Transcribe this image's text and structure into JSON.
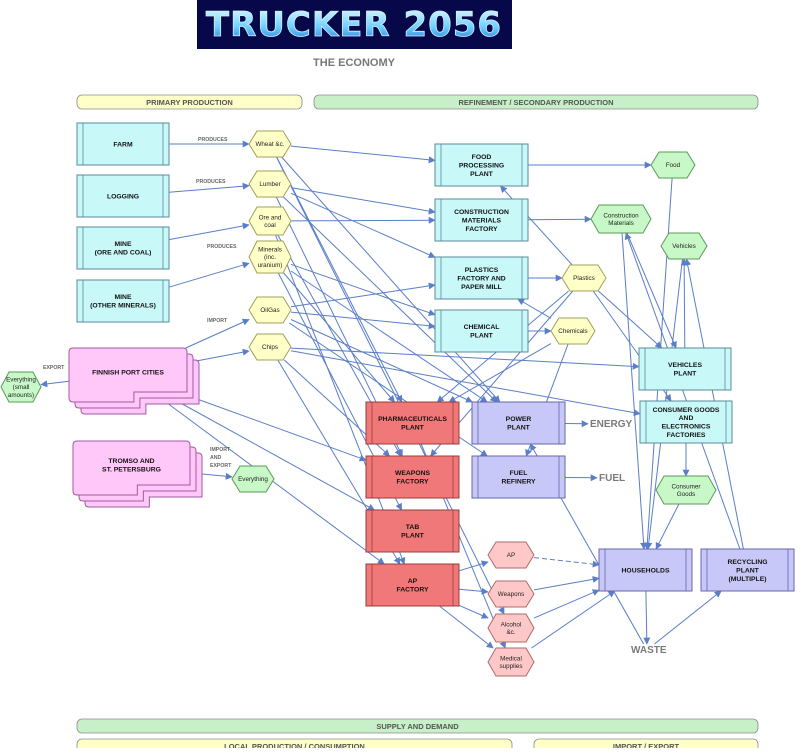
{
  "logo": {
    "text": "TRUCKER 2056"
  },
  "subtitle": "THE ECONOMY",
  "colors": {
    "primary_band": "#ffffc8",
    "secondary_band": "#c8f0c8",
    "cyan": "#c8f8f8",
    "pink": "#ffc8f8",
    "red": "#f07878",
    "purple": "#c8c8f8",
    "yellow_hex": "#ffffc8",
    "green_hex": "#c8f8c8",
    "pink_hex": "#ffc8c8",
    "arrow": "#5a7ec8"
  },
  "bands": [
    {
      "id": "primary",
      "label": "PRIMARY PRODUCTION"
    },
    {
      "id": "secondary",
      "label": "REFINEMENT / SECONDARY PRODUCTION"
    },
    {
      "id": "supply",
      "label": "SUPPLY AND DEMAND"
    },
    {
      "id": "local",
      "label": "LOCAL PRODUCTION / CONSUMPTION"
    },
    {
      "id": "import",
      "label": "IMPORT / EXPORT"
    }
  ],
  "nodes": [
    {
      "id": "farm",
      "label": "FARM"
    },
    {
      "id": "logging",
      "label": "LOGGING"
    },
    {
      "id": "mine_ore",
      "label": "MINE\n(ORE AND COAL)"
    },
    {
      "id": "mine_other",
      "label": "MINE\n(OTHER MINERALS)"
    },
    {
      "id": "finnish",
      "label": "FINNISH PORT CITIES"
    },
    {
      "id": "tromso",
      "label": "TROMSO AND\nST. PETERSBURG"
    },
    {
      "id": "wheat",
      "label": "Wheat &c."
    },
    {
      "id": "lumber",
      "label": "Lumber"
    },
    {
      "id": "ore",
      "label": "Ore and\ncoal"
    },
    {
      "id": "minerals",
      "label": "Minerals\n(inc.\nuranium)"
    },
    {
      "id": "oilgas",
      "label": "OilGas"
    },
    {
      "id": "chips",
      "label": "Chips"
    },
    {
      "id": "everything_small",
      "label": "Everything\n(small\namounts)"
    },
    {
      "id": "everything",
      "label": "Everything"
    },
    {
      "id": "food_plant",
      "label": "FOOD\nPROCESSING\nPLANT"
    },
    {
      "id": "constr_factory",
      "label": "CONSTRUCTION\nMATERIALS\nFACTORY"
    },
    {
      "id": "plastics_factory",
      "label": "PLASTICS\nFACTORY AND\nPAPER MILL"
    },
    {
      "id": "chem_plant",
      "label": "CHEMICAL\nPLANT"
    },
    {
      "id": "vehicles_plant",
      "label": "VEHICLES\nPLANT"
    },
    {
      "id": "consumer_factories",
      "label": "CONSUMER GOODS\nAND\nELECTRONICS\nFACTORIES"
    },
    {
      "id": "pharma",
      "label": "PHARMACEUTICALS\nPLANT"
    },
    {
      "id": "weapons_factory",
      "label": "WEAPONS\nFACTORY"
    },
    {
      "id": "tab_plant",
      "label": "TAB\nPLANT"
    },
    {
      "id": "ap_factory",
      "label": "AP\nFACTORY"
    },
    {
      "id": "power",
      "label": "POWER\nPLANT"
    },
    {
      "id": "fuel_refinery",
      "label": "FUEL\nREFINERY"
    },
    {
      "id": "households",
      "label": "HOUSEHOLDS"
    },
    {
      "id": "recycling",
      "label": "RECYCLING\nPLANT\n(MULTIPLE)"
    },
    {
      "id": "food",
      "label": "Food"
    },
    {
      "id": "constr_mat",
      "label": "Construction\nMaterials"
    },
    {
      "id": "vehicles",
      "label": "Vehicles"
    },
    {
      "id": "plastics",
      "label": "Plastics"
    },
    {
      "id": "chemicals",
      "label": "Chemicals"
    },
    {
      "id": "consumer_goods",
      "label": "Consumer\nGoods"
    },
    {
      "id": "ap",
      "label": "AP"
    },
    {
      "id": "weapons",
      "label": "Weapons"
    },
    {
      "id": "alcohol",
      "label": "Alcohol\n&c."
    },
    {
      "id": "medical",
      "label": "Medical\nsupplies"
    },
    {
      "id": "energy",
      "label": "ENERGY"
    },
    {
      "id": "fuel",
      "label": "FUEL"
    },
    {
      "id": "waste",
      "label": "WASTE"
    }
  ],
  "edge_labels": [
    {
      "id": "produces1",
      "label": "PRODUCES"
    },
    {
      "id": "produces2",
      "label": "PRODUCES"
    },
    {
      "id": "produces3",
      "label": "PRODUCES"
    },
    {
      "id": "import",
      "label": "IMPORT"
    },
    {
      "id": "export",
      "label": "EXPORT"
    },
    {
      "id": "import_export",
      "label": "IMPORT\nAND\nEXPORT"
    }
  ],
  "edges": [
    {
      "from": "farm",
      "to": "wheat"
    },
    {
      "from": "logging",
      "to": "lumber"
    },
    {
      "from": "mine_ore",
      "to": "ore"
    },
    {
      "from": "mine_other",
      "to": "minerals"
    },
    {
      "from": "finnish",
      "to": "oilgas"
    },
    {
      "from": "finnish",
      "to": "chips"
    },
    {
      "from": "finnish",
      "to": "everything_small"
    },
    {
      "from": "finnish",
      "to": "weapons_factory"
    },
    {
      "from": "finnish",
      "to": "tab_plant"
    },
    {
      "from": "finnish",
      "to": "ap_factory"
    },
    {
      "from": "tromso",
      "to": "everything"
    },
    {
      "from": "wheat",
      "to": "food_plant"
    },
    {
      "from": "wheat",
      "to": "pharma"
    },
    {
      "from": "wheat",
      "to": "power"
    },
    {
      "from": "wheat",
      "to": "alcohol"
    },
    {
      "from": "lumber",
      "to": "constr_factory"
    },
    {
      "from": "lumber",
      "to": "plastics_factory"
    },
    {
      "from": "lumber",
      "to": "weapons_factory"
    },
    {
      "from": "lumber",
      "to": "power"
    },
    {
      "from": "ore",
      "to": "constr_factory"
    },
    {
      "from": "ore",
      "to": "weapons_factory"
    },
    {
      "from": "ore",
      "to": "ap_factory"
    },
    {
      "from": "minerals",
      "to": "chem_plant"
    },
    {
      "from": "minerals",
      "to": "power"
    },
    {
      "from": "minerals",
      "to": "pharma"
    },
    {
      "from": "minerals",
      "to": "tab_plant"
    },
    {
      "from": "oilgas",
      "to": "chem_plant"
    },
    {
      "from": "oilgas",
      "to": "power"
    },
    {
      "from": "oilgas",
      "to": "fuel_refinery"
    },
    {
      "from": "oilgas",
      "to": "plastics_factory"
    },
    {
      "from": "chips",
      "to": "vehicles_plant"
    },
    {
      "from": "chips",
      "to": "consumer_factories"
    },
    {
      "from": "chips",
      "to": "weapons_factory"
    },
    {
      "from": "chips",
      "to": "ap_factory"
    },
    {
      "from": "food_plant",
      "to": "food"
    },
    {
      "from": "constr_factory",
      "to": "constr_mat"
    },
    {
      "from": "plastics_factory",
      "to": "plastics"
    },
    {
      "from": "chem_plant",
      "to": "chemicals"
    },
    {
      "from": "plastics",
      "to": "food_plant"
    },
    {
      "from": "plastics",
      "to": "consumer_factories"
    },
    {
      "from": "plastics",
      "to": "vehicles_plant"
    },
    {
      "from": "plastics",
      "to": "weapons_factory"
    },
    {
      "from": "plastics",
      "to": "pharma"
    },
    {
      "from": "chemicals",
      "to": "pharma"
    },
    {
      "from": "chemicals",
      "to": "plastics_factory"
    },
    {
      "from": "chemicals",
      "to": "fuel_refinery"
    },
    {
      "from": "constr_mat",
      "to": "households"
    },
    {
      "from": "constr_mat",
      "to": "vehicles_plant"
    },
    {
      "from": "vehicles_plant",
      "to": "vehicles"
    },
    {
      "from": "vehicles",
      "to": "households"
    },
    {
      "from": "consumer_factories",
      "to": "consumer_goods"
    },
    {
      "from": "consumer_goods",
      "to": "households"
    },
    {
      "from": "food",
      "to": "households"
    },
    {
      "from": "power",
      "to": "energy"
    },
    {
      "from": "fuel_refinery",
      "to": "fuel"
    },
    {
      "from": "ap_factory",
      "to": "ap"
    },
    {
      "from": "ap_factory",
      "to": "weapons"
    },
    {
      "from": "ap_factory",
      "to": "alcohol"
    },
    {
      "from": "ap_factory",
      "to": "medical"
    },
    {
      "from": "ap",
      "to": "households",
      "dashed": true
    },
    {
      "from": "weapons",
      "to": "households"
    },
    {
      "from": "alcohol",
      "to": "households"
    },
    {
      "from": "medical",
      "to": "households"
    },
    {
      "from": "households",
      "to": "waste"
    },
    {
      "from": "waste",
      "to": "recycling"
    },
    {
      "from": "waste",
      "to": "power"
    },
    {
      "from": "recycling",
      "to": "vehicles"
    },
    {
      "from": "recycling",
      "to": "constr_mat"
    },
    {
      "from": "pharma",
      "to": "medical"
    }
  ]
}
